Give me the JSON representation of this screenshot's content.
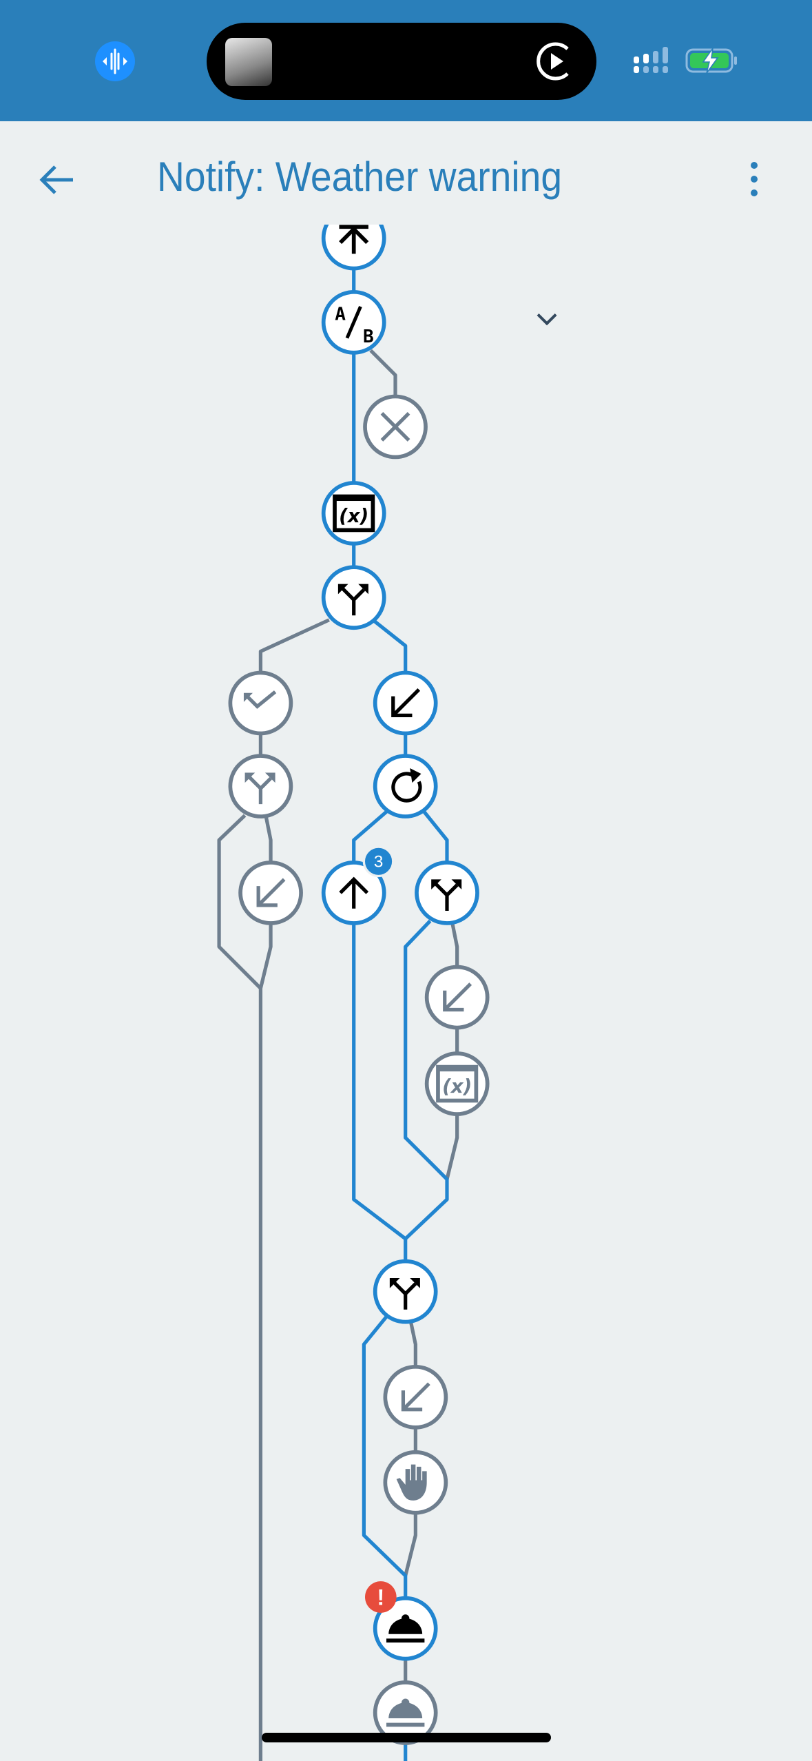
{
  "status_bar": {
    "left_icon": "voice-memo-icon",
    "island": {
      "thumbnail": "album-art",
      "control_icon": "play-circle-icon"
    },
    "right_icons": [
      "cellular-signal-icon",
      "battery-charging-icon"
    ]
  },
  "header": {
    "title": "Notify: Weather warning",
    "back_icon": "arrow-left-icon",
    "menu_icon": "more-vertical-icon"
  },
  "flow": {
    "collapse_icon": "chevron-down-icon",
    "nodes": [
      {
        "id": "trigger-top",
        "icon": "arrow-up-bar",
        "state": "active"
      },
      {
        "id": "ab-test",
        "icon": "a-b",
        "state": "active"
      },
      {
        "id": "exit",
        "icon": "x",
        "state": "inactive"
      },
      {
        "id": "set-variable-1",
        "icon": "variable",
        "state": "active"
      },
      {
        "id": "split-1",
        "icon": "split",
        "state": "active"
      },
      {
        "id": "check",
        "icon": "check-return",
        "state": "inactive"
      },
      {
        "id": "join-1",
        "icon": "arrow-down-left",
        "state": "active"
      },
      {
        "id": "split-2",
        "icon": "split",
        "state": "inactive"
      },
      {
        "id": "loop",
        "icon": "refresh",
        "state": "active"
      },
      {
        "id": "join-2",
        "icon": "arrow-down-left",
        "state": "inactive"
      },
      {
        "id": "go-up",
        "icon": "arrow-up",
        "state": "active",
        "badge": "3"
      },
      {
        "id": "split-3",
        "icon": "split",
        "state": "active"
      },
      {
        "id": "join-3",
        "icon": "arrow-down-left",
        "state": "inactive"
      },
      {
        "id": "set-variable-2",
        "icon": "variable",
        "state": "inactive"
      },
      {
        "id": "split-4",
        "icon": "split",
        "state": "active"
      },
      {
        "id": "join-4",
        "icon": "arrow-down-left",
        "state": "inactive"
      },
      {
        "id": "stop",
        "icon": "hand",
        "state": "inactive"
      },
      {
        "id": "notify-1",
        "icon": "service-bell",
        "state": "active",
        "badge": "!"
      },
      {
        "id": "notify-2",
        "icon": "service-bell",
        "state": "inactive"
      }
    ]
  },
  "colors": {
    "active": "#2185d0",
    "inactive": "#6e7e8e",
    "header": "#2a7fba",
    "background": "#ecf0f1",
    "error": "#e74c3c"
  }
}
